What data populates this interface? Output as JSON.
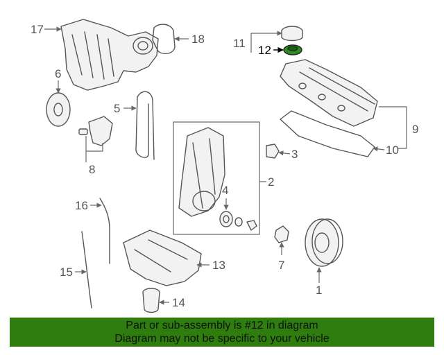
{
  "diagram": {
    "callouts": {
      "c1": "1",
      "c2": "2",
      "c3": "3",
      "c4": "4",
      "c5": "5",
      "c6": "6",
      "c7": "7",
      "c8": "8",
      "c9": "9",
      "c10": "10",
      "c11": "11",
      "c12": "12",
      "c13": "13",
      "c14": "14",
      "c15": "15",
      "c16": "16",
      "c17": "17",
      "c18": "18"
    },
    "highlight_part": "12",
    "highlight_color": "#2e8b22"
  },
  "banner": {
    "line1": "Part or sub-assembly is #12 in diagram",
    "line2": "Diagram may not be specific to your vehicle",
    "color": "#2e7d0e"
  }
}
